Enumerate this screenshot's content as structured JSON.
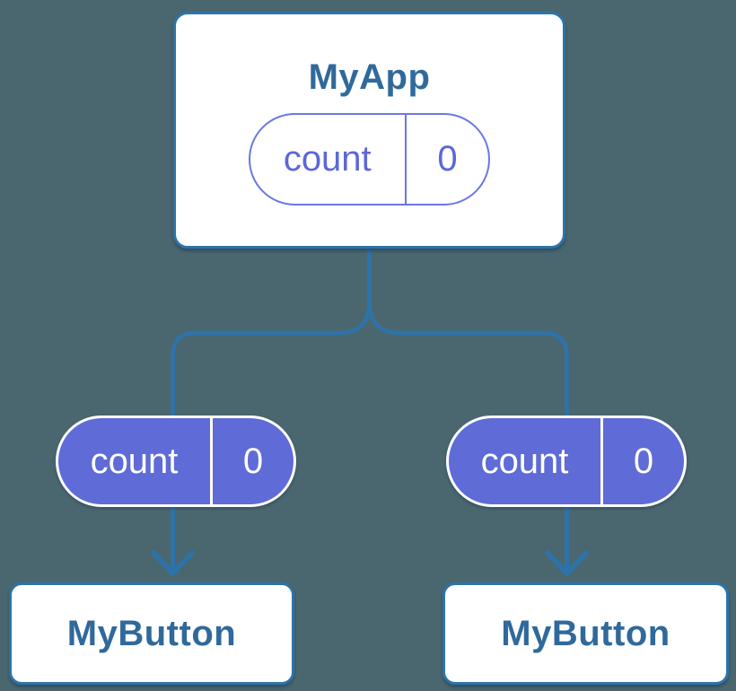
{
  "colors": {
    "background": "#4A6770",
    "connector": "#2D73AA",
    "card_border": "#2D73AA",
    "card_fill": "#FFFFFF",
    "title_text": "#30699B",
    "pill_fill": "#5F6BD6",
    "pill_border_outline": "#6A78E2",
    "pill_text_outline": "#5C67D9",
    "pill_text_filled": "#FFFFFF"
  },
  "diagram": {
    "root": {
      "title": "MyApp",
      "state": {
        "name": "count",
        "value": "0"
      }
    },
    "children": [
      {
        "title": "MyButton",
        "prop": {
          "name": "count",
          "value": "0"
        }
      },
      {
        "title": "MyButton",
        "prop": {
          "name": "count",
          "value": "0"
        }
      }
    ]
  }
}
